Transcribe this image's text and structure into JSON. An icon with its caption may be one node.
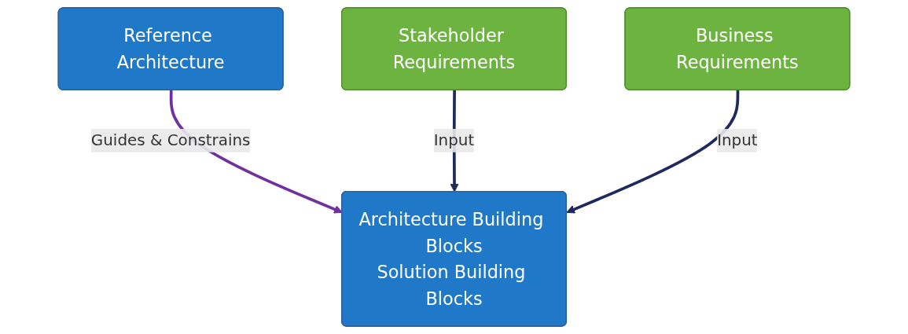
{
  "diagram": {
    "nodes": [
      {
        "text": [
          "Reference Architecture"
        ]
      },
      {
        "text": [
          "Stakeholder Requirements"
        ]
      },
      {
        "text": [
          "Architecture Building Blocks",
          "Solution Building Blocks"
        ]
      },
      {
        "text": [
          "Business Requirements"
        ]
      }
    ],
    "edges": [
      {
        "from": 0,
        "to": 2,
        "arrow": "to",
        "label": "Guides & Constrains",
        "color": "#7030a0"
      },
      {
        "from": 1,
        "to": 2,
        "arrow": "to",
        "label": "Input"
      },
      {
        "from": 3,
        "to": 2,
        "arrow": "to",
        "label": "Input"
      }
    ]
  }
}
